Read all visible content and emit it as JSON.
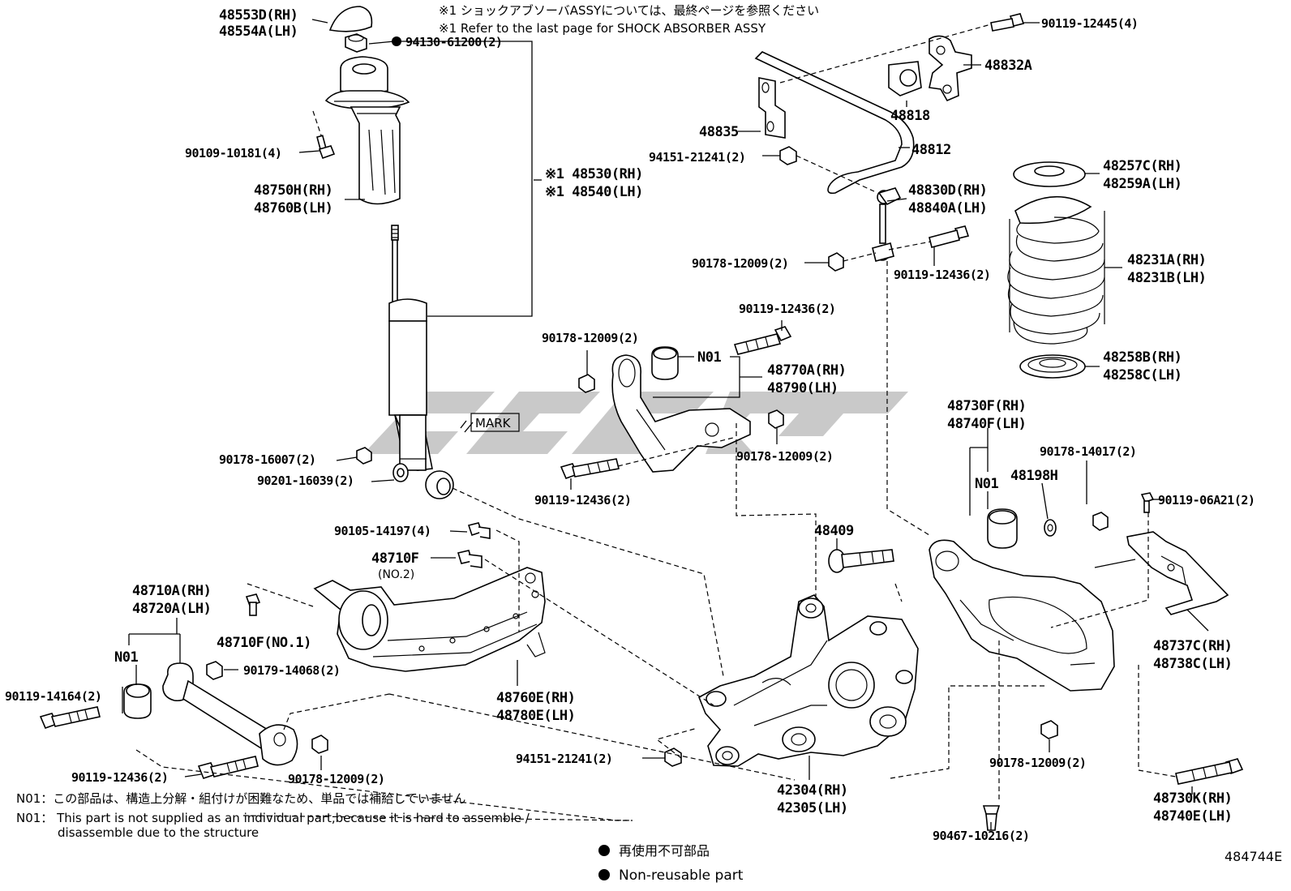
{
  "notes": {
    "shock_jp": "※1 ショックアブソーバASSYについては、最終ページを参照ください",
    "shock_en": "※1 Refer to the last page for SHOCK ABSORBER ASSY",
    "n01_jp": "N01：この部品は、構造上分解・組付けが困難なため、単品では補給していません",
    "n01_en_1": "N01： This part is not supplied as an individual part,because it is hard to assemble /",
    "n01_en_2": "disassemble due to the structure"
  },
  "legend": {
    "jp": "再使用不可部品",
    "en": "Non-reusable part"
  },
  "diagram_id": "484744E",
  "labels": {
    "p48553d": "48553D(RH)",
    "p48554a": "48554A(LH)",
    "p94130": "94130-61200(2)",
    "p90109": "90109-10181(4)",
    "p48750h": "48750H(RH)",
    "p48760b": "48760B(LH)",
    "p48530": "※1 48530(RH)",
    "p48540": "※1 48540(LH)",
    "mark": "MARK",
    "p90178_16007": "90178-16007(2)",
    "p90201": "90201-16039(2)",
    "p90105": "90105-14197(4)",
    "p48710f": "48710F",
    "no2": "(NO.2)",
    "p48710a": "48710A(RH)",
    "p48720a": "48720A(LH)",
    "p48710f_no1": "48710F(NO.1)",
    "n01_a": "N01",
    "p90179": "90179-14068(2)",
    "p90119_14164": "90119-14164(2)",
    "p48760e": "48760E(RH)",
    "p48780e": "48780E(LH)",
    "p90119_12436_a": "90119-12436(2)",
    "p90178_12009_a": "90178-12009(2)",
    "p94151_b": "94151-21241(2)",
    "p42304": "42304(RH)",
    "p42305": "42305(LH)",
    "p90119_12445": "90119-12445(4)",
    "p48832a": "48832A",
    "p48818": "48818",
    "p48835": "48835",
    "p48812": "48812",
    "p94151_a": "94151-21241(2)",
    "p48830d": "48830D(RH)",
    "p48840a": "48840A(LH)",
    "p90178_12009_b": "90178-12009(2)",
    "p90119_12436_b": "90119-12436(2)",
    "p90119_12436_c": "90119-12436(2)",
    "p90178_12009_c": "90178-12009(2)",
    "n01_b": "N01",
    "p48770a": "48770A(RH)",
    "p48790": "48790(LH)",
    "p90178_12009_d": "90178-12009(2)",
    "p90119_12436_d": "90119-12436(2)",
    "p48257c": "48257C(RH)",
    "p48259a": "48259A(LH)",
    "p48231a": "48231A(RH)",
    "p48231b": "48231B(LH)",
    "p48258b": "48258B(RH)",
    "p48258c": "48258C(LH)",
    "p48730f": "48730F(RH)",
    "p48740f": "48740F(LH)",
    "p90178_14017": "90178-14017(2)",
    "n01_c": "N01",
    "p48198h": "48198H",
    "p90119_06a21": "90119-06A21(2)",
    "p48409": "48409",
    "p48737c": "48737C(RH)",
    "p48738c": "48738C(LH)",
    "p90178_12009_e": "90178-12009(2)",
    "p48730k": "48730K(RH)",
    "p48740e": "48740E(LH)",
    "p90467": "90467-10216(2)"
  }
}
